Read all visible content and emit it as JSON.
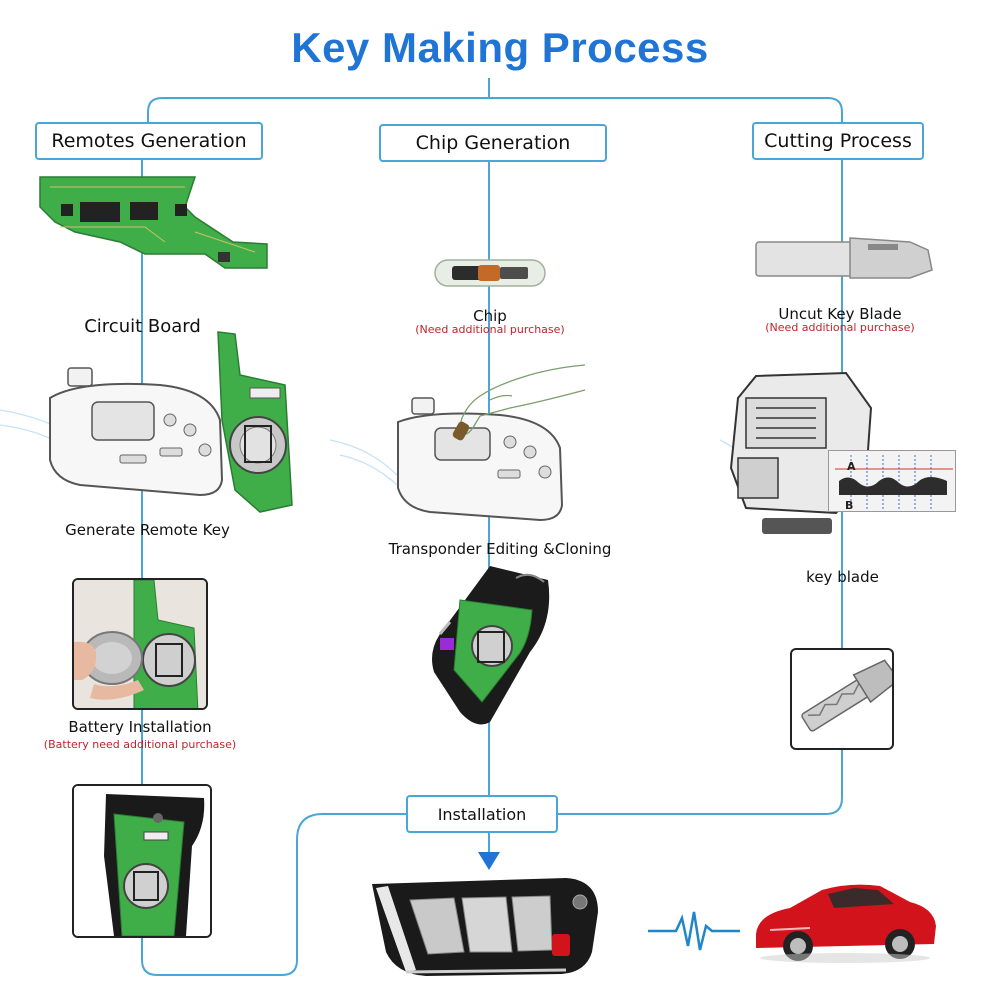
{
  "title": "Key Making Process",
  "columns": {
    "remotes": {
      "header": "Remotes Generation",
      "circuit_board_label": "Circuit Board",
      "generate_label": "Generate Remote Key",
      "battery_label": "Battery Installation",
      "battery_note": "(Battery need additional purchase)"
    },
    "chip": {
      "header": "Chip Generation",
      "chip_label": "Chip",
      "chip_note": "(Need additional purchase)",
      "transponder_label": "Transponder Editing &Cloning"
    },
    "cutting": {
      "header": "Cutting Process",
      "blade_label": "Uncut Key  Blade",
      "blade_note": "(Need additional purchase)",
      "key_blade_label": "key blade",
      "graph_marks": [
        "A",
        "B"
      ]
    }
  },
  "installation": {
    "label": "Installation"
  },
  "colors": {
    "title": "#1f74d6",
    "connector": "#4aa6d6",
    "note": "#c0242b",
    "pcb": "#3fae49",
    "car": "#d3131b"
  },
  "icons": [
    "circuit-board-icon",
    "programmer-device-icon",
    "chip-icon",
    "hand-icon",
    "key-blade-icon",
    "key-cutting-machine-icon",
    "flip-key-icon",
    "car-icon",
    "signal-wave-icon",
    "down-arrow-icon"
  ]
}
